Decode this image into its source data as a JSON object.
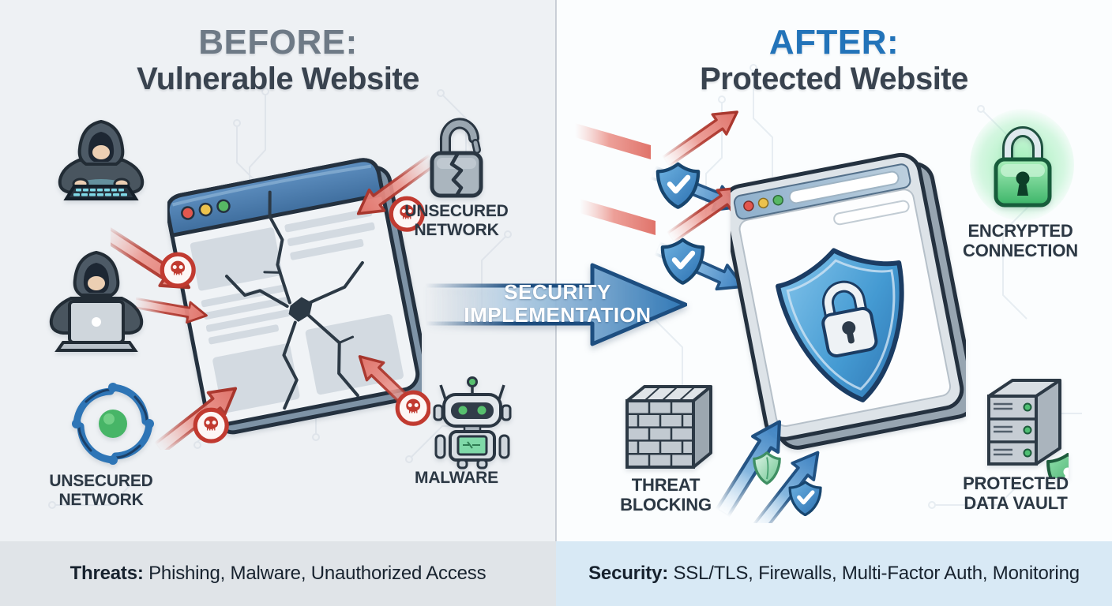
{
  "left": {
    "title_top": "BEFORE:",
    "title_main": "Vulnerable Website",
    "label_unsecured_network_top": "UNSECURED NETWORK",
    "label_unsecured_network_bottom": "UNSECURED NETWORK",
    "label_malware": "MALWARE",
    "footer_label": "Threats:",
    "footer_items": " Phishing, Malware, Unauthorized Access"
  },
  "center": {
    "arrow_line1": "SECURITY",
    "arrow_line2": "IMPLEMENTATION"
  },
  "right": {
    "title_top": "AFTER:",
    "title_main": "Protected Website",
    "label_encrypted": "ENCRYPTED CONNECTION",
    "label_threat_blocking": "THREAT BLOCKING",
    "label_data_vault": "PROTECTED DATA VAULT",
    "footer_label": "Security:",
    "footer_items": " SSL/TLS, Firewalls, Multi-Factor Auth, Monitoring"
  },
  "colors": {
    "before_heading": "#6e7a86",
    "after_heading": "#2273b9",
    "heading_dark": "#39434f",
    "threat_red": "#c0392b",
    "security_blue": "#2e74b4",
    "secure_green": "#3cb468",
    "left_bg": "#eef1f4",
    "right_bg": "#fbfdfe",
    "left_footer_bg": "#e0e4e8",
    "right_footer_bg": "#d8e9f5"
  }
}
